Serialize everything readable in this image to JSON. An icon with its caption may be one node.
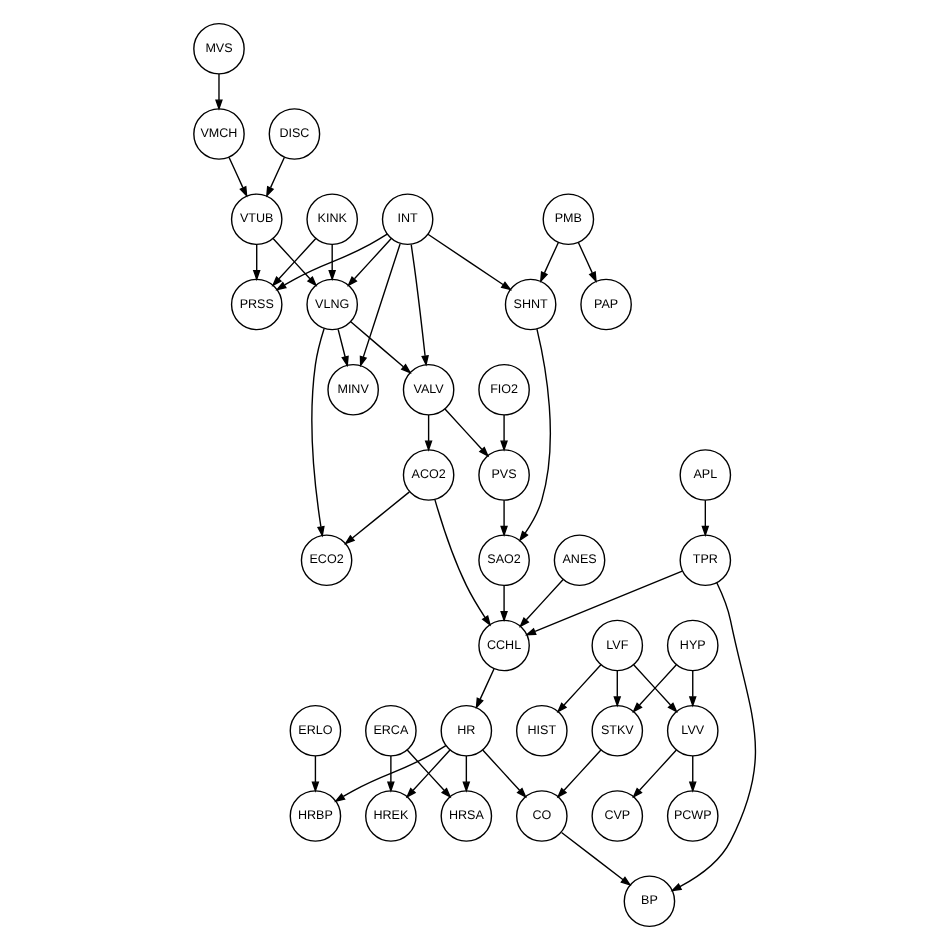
{
  "diagram": {
    "nodes": [
      {
        "text": [
          "MVS"
        ]
      },
      {
        "text": [
          "DISC"
        ]
      },
      {
        "text": [
          "VMCH"
        ]
      },
      {
        "text": [
          "PMB"
        ]
      },
      {
        "text": [
          "INT"
        ]
      },
      {
        "text": [
          "KINK"
        ]
      },
      {
        "text": [
          "VTUB"
        ]
      },
      {
        "text": [
          "PAP"
        ]
      },
      {
        "text": [
          "SHNT"
        ]
      },
      {
        "text": [
          "VLNG"
        ]
      },
      {
        "text": [
          "PRSS"
        ]
      },
      {
        "text": [
          "FIO2"
        ]
      },
      {
        "text": [
          "MINV"
        ]
      },
      {
        "text": [
          "VALV"
        ]
      },
      {
        "text": [
          "APL"
        ]
      },
      {
        "text": [
          "PVS"
        ]
      },
      {
        "text": [
          "ACO2"
        ]
      },
      {
        "text": [
          "SAO2"
        ]
      },
      {
        "text": [
          "ECO2"
        ]
      },
      {
        "text": [
          "ANES"
        ]
      },
      {
        "text": [
          "TPR"
        ]
      },
      {
        "text": [
          "CCHL"
        ]
      },
      {
        "text": [
          "LVF"
        ]
      },
      {
        "text": [
          "HYP"
        ]
      },
      {
        "text": [
          "HIST"
        ]
      },
      {
        "text": [
          "LVV"
        ]
      },
      {
        "text": [
          "ERLO"
        ]
      },
      {
        "text": [
          "STKV"
        ]
      },
      {
        "text": [
          "HR"
        ]
      },
      {
        "text": [
          "ERCA"
        ]
      },
      {
        "text": [
          "CVP"
        ]
      },
      {
        "text": [
          "PCWP"
        ]
      },
      {
        "text": [
          "HRBP"
        ]
      },
      {
        "text": [
          "CO"
        ]
      },
      {
        "text": [
          "HRSA"
        ]
      },
      {
        "text": [
          "HREK"
        ]
      },
      {
        "text": [
          "BP"
        ]
      }
    ],
    "edges": [
      {
        "from": 0,
        "to": 2,
        "arrow": "to"
      },
      {
        "from": 1,
        "to": 6,
        "arrow": "to"
      },
      {
        "from": 2,
        "to": 6,
        "arrow": "to"
      },
      {
        "from": 3,
        "to": 7,
        "arrow": "to"
      },
      {
        "from": 3,
        "to": 8,
        "arrow": "to"
      },
      {
        "from": 4,
        "to": 8,
        "arrow": "to"
      },
      {
        "from": 4,
        "to": 9,
        "arrow": "to"
      },
      {
        "from": 4,
        "to": 12,
        "arrow": "to"
      },
      {
        "from": 4,
        "to": 13,
        "arrow": "to"
      },
      {
        "from": 4,
        "to": 10,
        "arrow": "to"
      },
      {
        "from": 5,
        "to": 9,
        "arrow": "to"
      },
      {
        "from": 5,
        "to": 10,
        "arrow": "to"
      },
      {
        "from": 6,
        "to": 9,
        "arrow": "to"
      },
      {
        "from": 6,
        "to": 10,
        "arrow": "to"
      },
      {
        "from": 9,
        "to": 12,
        "arrow": "to"
      },
      {
        "from": 9,
        "to": 13,
        "arrow": "to"
      },
      {
        "from": 9,
        "to": 18,
        "arrow": "to"
      },
      {
        "from": 8,
        "to": 17,
        "arrow": "to"
      },
      {
        "from": 11,
        "to": 15,
        "arrow": "to"
      },
      {
        "from": 13,
        "to": 15,
        "arrow": "to"
      },
      {
        "from": 13,
        "to": 16,
        "arrow": "to"
      },
      {
        "from": 15,
        "to": 17,
        "arrow": "to"
      },
      {
        "from": 16,
        "to": 18,
        "arrow": "to"
      },
      {
        "from": 16,
        "to": 21,
        "arrow": "to"
      },
      {
        "from": 17,
        "to": 21,
        "arrow": "to"
      },
      {
        "from": 14,
        "to": 20,
        "arrow": "to"
      },
      {
        "from": 20,
        "to": 21,
        "arrow": "to"
      },
      {
        "from": 20,
        "to": 36,
        "arrow": "to"
      },
      {
        "from": 19,
        "to": 21,
        "arrow": "to"
      },
      {
        "from": 21,
        "to": 28,
        "arrow": "to"
      },
      {
        "from": 22,
        "to": 24,
        "arrow": "to"
      },
      {
        "from": 22,
        "to": 25,
        "arrow": "to"
      },
      {
        "from": 22,
        "to": 27,
        "arrow": "to"
      },
      {
        "from": 23,
        "to": 25,
        "arrow": "to"
      },
      {
        "from": 23,
        "to": 27,
        "arrow": "to"
      },
      {
        "from": 25,
        "to": 30,
        "arrow": "to"
      },
      {
        "from": 25,
        "to": 31,
        "arrow": "to"
      },
      {
        "from": 26,
        "to": 32,
        "arrow": "to"
      },
      {
        "from": 27,
        "to": 33,
        "arrow": "to"
      },
      {
        "from": 28,
        "to": 32,
        "arrow": "to"
      },
      {
        "from": 28,
        "to": 33,
        "arrow": "to"
      },
      {
        "from": 28,
        "to": 34,
        "arrow": "to"
      },
      {
        "from": 28,
        "to": 35,
        "arrow": "to"
      },
      {
        "from": 29,
        "to": 34,
        "arrow": "to"
      },
      {
        "from": 29,
        "to": 35,
        "arrow": "to"
      },
      {
        "from": 33,
        "to": 36,
        "arrow": "to"
      }
    ]
  }
}
